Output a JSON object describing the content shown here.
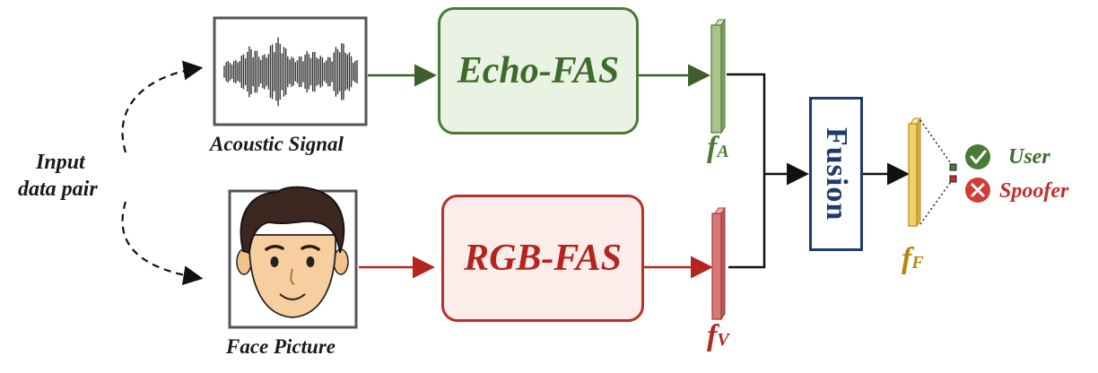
{
  "input_label": {
    "line1": "Input",
    "line2": "data pair"
  },
  "acoustic": {
    "caption": "Acoustic Signal"
  },
  "face": {
    "caption": "Face Picture"
  },
  "echo_fas": {
    "label": "Echo-FAS",
    "fill": "#eaf2e3",
    "stroke": "#4a7a35",
    "text_color": "#3d6b2a"
  },
  "rgb_fas": {
    "label": "RGB-FAS",
    "fill": "#fcecea",
    "stroke": "#b8302b",
    "text_color": "#b3261e"
  },
  "fusion": {
    "label": "Fusion",
    "stroke": "#1f3a6e",
    "text_color": "#1f3a6e"
  },
  "features": {
    "fa": {
      "main": "f",
      "sub": "A",
      "color": "#4f7a35"
    },
    "fv": {
      "main": "f",
      "sub": "V",
      "color": "#b3261e"
    },
    "ff": {
      "main": "f",
      "sub": "F",
      "color": "#b8860b"
    }
  },
  "outputs": {
    "user": {
      "label": "User",
      "color": "#3f6b2c"
    },
    "spoofer": {
      "label": "Spoofer",
      "color": "#c0302a"
    }
  },
  "icons": [
    "waveform-icon",
    "face-icon",
    "check-icon",
    "cross-icon"
  ]
}
